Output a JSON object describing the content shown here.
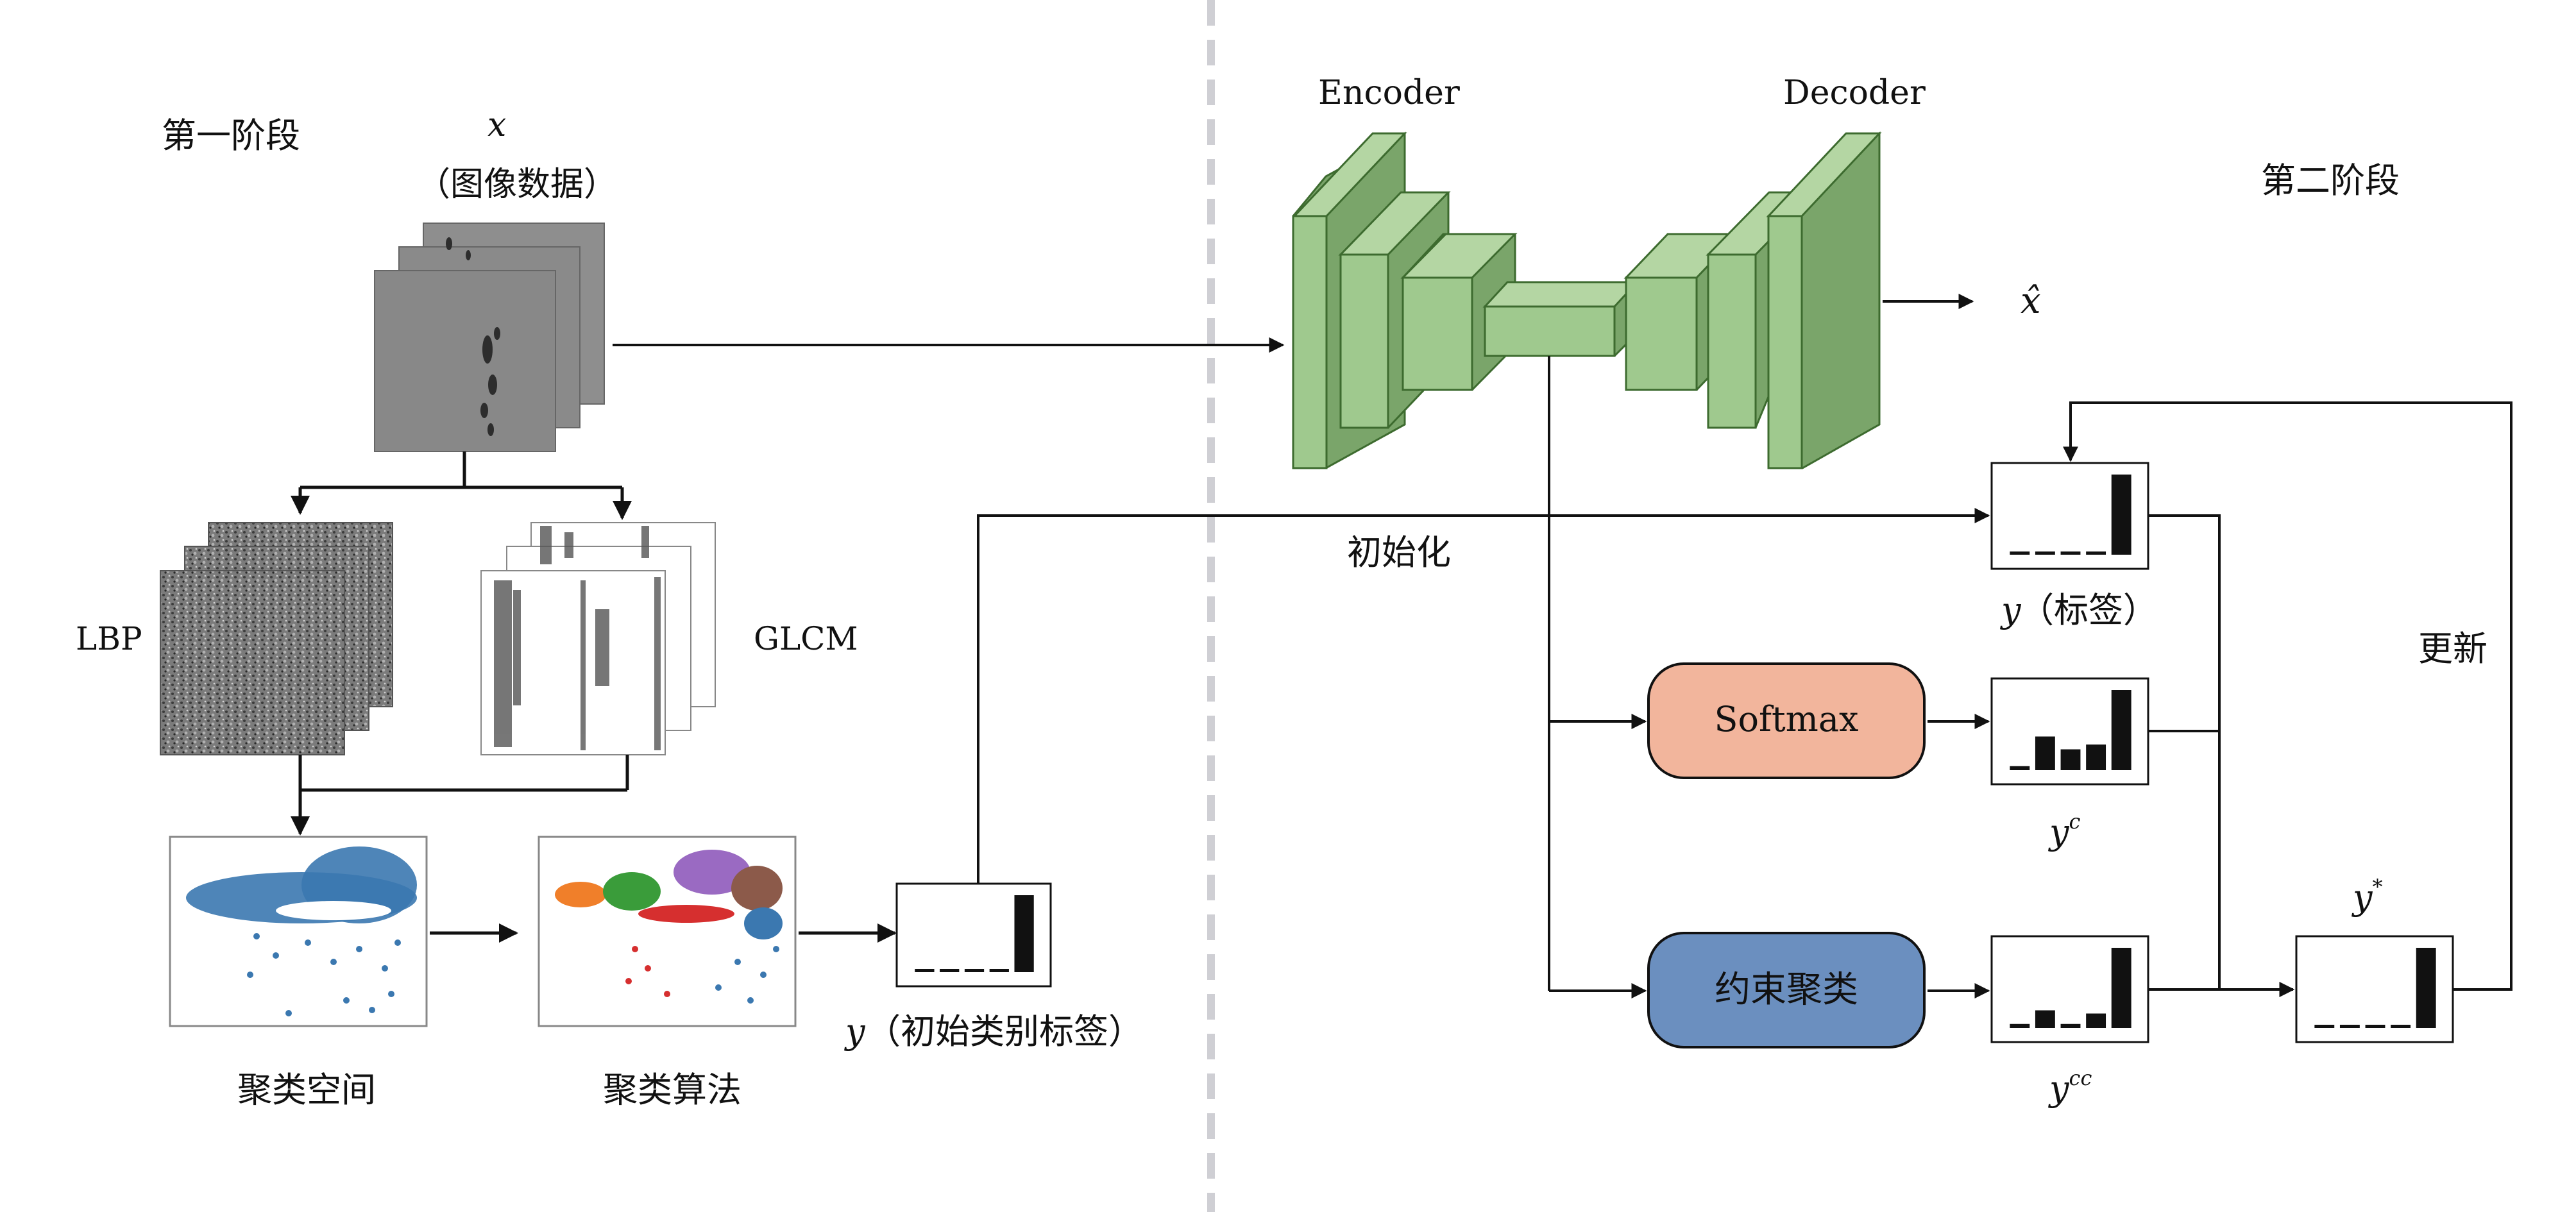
{
  "stage1": {
    "title": "第一阶段",
    "input_var": "x",
    "input_caption": "（图像数据）",
    "lbp_label": "LBP",
    "glcm_label": "GLCM",
    "cluster_space_label": "聚类空间",
    "cluster_algo_label": "聚类算法",
    "init_label_var": "y",
    "init_label_caption": "（初始类别标签）"
  },
  "stage2": {
    "title": "第二阶段",
    "encoder_label": "Encoder",
    "decoder_label": "Decoder",
    "output_var": "x̂",
    "init_text": "初始化",
    "label_var": "y",
    "label_caption": "（标签）",
    "softmax_label": "Softmax",
    "constraint_label": "约束聚类",
    "yc_base": "y",
    "yc_sup": "c",
    "ycc_base": "y",
    "ycc_sup": "cc",
    "ystar_base": "y",
    "ystar_sup": "*",
    "update_text": "更新"
  },
  "histograms": {
    "initial": [
      0.02,
      0.02,
      0.02,
      0.02,
      1.0
    ],
    "label": [
      0.02,
      0.02,
      0.02,
      0.02,
      1.0
    ],
    "softmax": [
      0.05,
      0.42,
      0.26,
      0.32,
      1.0
    ],
    "constraint": [
      0.05,
      0.22,
      0.05,
      0.18,
      1.0
    ],
    "final": [
      0.02,
      0.02,
      0.02,
      0.02,
      1.0
    ]
  },
  "colors": {
    "encoder_face": "#9fc98e",
    "encoder_side": "#7aa56a",
    "encoder_stroke": "#3d6b2f",
    "softmax_fill": "#f2b59c",
    "constraint_fill": "#6b8fbf",
    "cluster_blue": "#3b78b0",
    "cluster_orange": "#f07f2a",
    "cluster_green": "#3a9c3a",
    "cluster_red": "#d62f2f",
    "cluster_purple": "#9a6ac2",
    "cluster_brown": "#8c5a4a",
    "divider": "#cfcfd4"
  }
}
